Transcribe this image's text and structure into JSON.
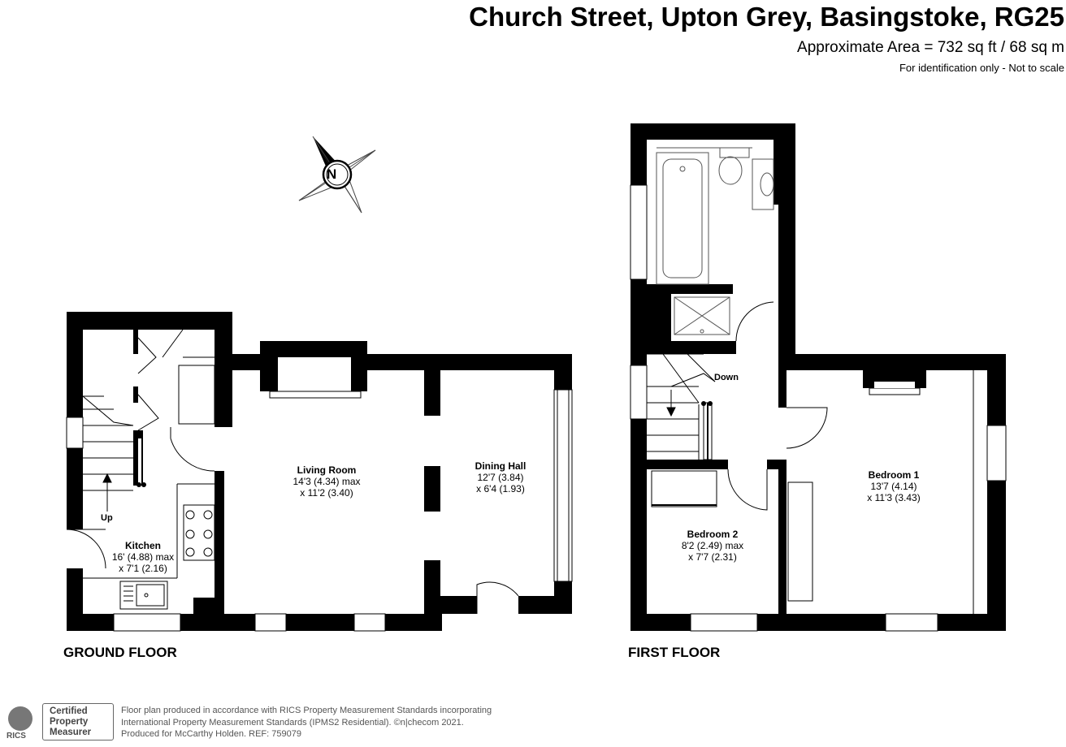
{
  "header": {
    "address": "Church Street, Upton Grey, Basingstoke, RG25",
    "approx_area": "Approximate Area = 732 sq ft / 68 sq m",
    "identification": "For identification only - Not to scale"
  },
  "ground_floor": {
    "label": "GROUND FLOOR",
    "rooms": [
      {
        "name": "Living Room",
        "dim1": "14'3 (4.34) max",
        "dim2": "x 11'2 (3.40)"
      },
      {
        "name": "Dining Hall",
        "dim1": "12'7 (3.84)",
        "dim2": "x 6'4 (1.93)"
      },
      {
        "name": "Kitchen",
        "dim1": "16' (4.88) max",
        "dim2": "x 7'1 (2.16)"
      }
    ],
    "stairs_label": "Up"
  },
  "first_floor": {
    "label": "FIRST FLOOR",
    "rooms": [
      {
        "name": "Bedroom 1",
        "dim1": "13'7 (4.14)",
        "dim2": "x 11'3 (3.43)"
      },
      {
        "name": "Bedroom 2",
        "dim1": "8'2 (2.49) max",
        "dim2": "x 7'7 (2.31)"
      }
    ],
    "stairs_label": "Down"
  },
  "compass": {
    "label": "N",
    "icon": "compass-north-icon"
  },
  "footer": {
    "line1": "Floor plan produced in accordance with RICS Property Measurement Standards incorporating",
    "line2": "International Property Measurement Standards (IPMS2 Residential).  ©n|checom 2021.",
    "line3": "Produced for McCarthy Holden.   REF:  759079",
    "badge_line1": "Certified",
    "badge_line2": "Property",
    "badge_line3": "Measurer",
    "badge_brand": "RICS"
  },
  "colors": {
    "wall": "#000000",
    "fixture": "#555555",
    "text_secondary": "#555555"
  }
}
